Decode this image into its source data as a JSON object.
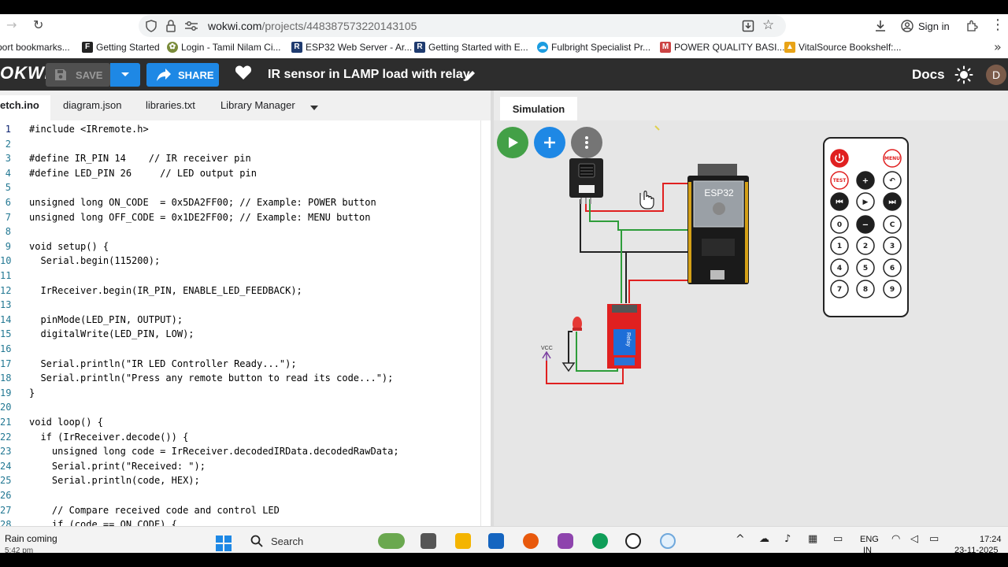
{
  "browser": {
    "url_host": "wokwi.com",
    "url_path": "/projects/448387573220143105",
    "sign_in": "Sign in"
  },
  "bookmarks": [
    {
      "label": "port bookmarks..."
    },
    {
      "label": "Getting Started"
    },
    {
      "label": "Login - Tamil Nilam Ci..."
    },
    {
      "label": "ESP32 Web Server - Ar..."
    },
    {
      "label": "Getting Started with E..."
    },
    {
      "label": "Fulbright Specialist Pr..."
    },
    {
      "label": "POWER QUALITY BASI..."
    },
    {
      "label": "VitalSource Bookshelf:..."
    }
  ],
  "header": {
    "logo": "OKWi",
    "save_label": "SAVE",
    "share_label": "SHARE",
    "project_title": "IR sensor in LAMP load with relay",
    "docs_label": "Docs",
    "avatar_letter": "D"
  },
  "editor": {
    "tabs": [
      {
        "label": "etch.ino"
      },
      {
        "label": "diagram.json"
      },
      {
        "label": "libraries.txt"
      },
      {
        "label": "Library Manager"
      }
    ],
    "lines": [
      {
        "n": "1",
        "text": "#include <IRremote.h>"
      },
      {
        "n": "2",
        "text": ""
      },
      {
        "n": "3",
        "text": "#define IR_PIN 14    // IR receiver pin"
      },
      {
        "n": "4",
        "text": "#define LED_PIN 26     // LED output pin"
      },
      {
        "n": "5",
        "text": ""
      },
      {
        "n": "6",
        "text": "unsigned long ON_CODE  = 0x5DA2FF00; // Example: POWER button"
      },
      {
        "n": "7",
        "text": "unsigned long OFF_CODE = 0x1DE2FF00; // Example: MENU button"
      },
      {
        "n": "8",
        "text": ""
      },
      {
        "n": "9",
        "text": "void setup() {"
      },
      {
        "n": "10",
        "text": "  Serial.begin(115200);"
      },
      {
        "n": "11",
        "text": ""
      },
      {
        "n": "12",
        "text": "  IrReceiver.begin(IR_PIN, ENABLE_LED_FEEDBACK);"
      },
      {
        "n": "13",
        "text": ""
      },
      {
        "n": "14",
        "text": "  pinMode(LED_PIN, OUTPUT);"
      },
      {
        "n": "15",
        "text": "  digitalWrite(LED_PIN, LOW);"
      },
      {
        "n": "16",
        "text": ""
      },
      {
        "n": "17",
        "text": "  Serial.println(\"IR LED Controller Ready...\");"
      },
      {
        "n": "18",
        "text": "  Serial.println(\"Press any remote button to read its code...\");"
      },
      {
        "n": "19",
        "text": "}"
      },
      {
        "n": "20",
        "text": ""
      },
      {
        "n": "21",
        "text": "void loop() {"
      },
      {
        "n": "22",
        "text": "  if (IrReceiver.decode()) {"
      },
      {
        "n": "23",
        "text": "    unsigned long code = IrReceiver.decodedIRData.decodedRawData;"
      },
      {
        "n": "24",
        "text": "    Serial.print(\"Received: \");"
      },
      {
        "n": "25",
        "text": "    Serial.println(code, HEX);"
      },
      {
        "n": "26",
        "text": ""
      },
      {
        "n": "27",
        "text": "    // Compare received code and control LED"
      },
      {
        "n": "28",
        "text": "    if (code == ON_CODE) {"
      }
    ]
  },
  "simulation": {
    "tab_label": "Simulation",
    "esp32_label": "ESP32",
    "relay_label": "Relay",
    "vcc_label": "VCC",
    "remote_buttons": [
      {
        "label": "",
        "kind": "power"
      },
      {
        "label": "",
        "kind": "blank"
      },
      {
        "label": "MENU",
        "kind": "text"
      },
      {
        "label": "TEST",
        "kind": "text"
      },
      {
        "label": "+",
        "kind": "dark"
      },
      {
        "label": "↶",
        "kind": "plain"
      },
      {
        "label": "⏮",
        "kind": "dark"
      },
      {
        "label": "▶",
        "kind": "plain"
      },
      {
        "label": "⏭",
        "kind": "dark"
      },
      {
        "label": "0",
        "kind": "plain"
      },
      {
        "label": "−",
        "kind": "dark"
      },
      {
        "label": "C",
        "kind": "plain"
      },
      {
        "label": "1",
        "kind": "plain"
      },
      {
        "label": "2",
        "kind": "plain"
      },
      {
        "label": "3",
        "kind": "plain"
      },
      {
        "label": "4",
        "kind": "plain"
      },
      {
        "label": "5",
        "kind": "plain"
      },
      {
        "label": "6",
        "kind": "plain"
      },
      {
        "label": "7",
        "kind": "plain"
      },
      {
        "label": "8",
        "kind": "plain"
      },
      {
        "label": "9",
        "kind": "plain"
      }
    ]
  },
  "taskbar": {
    "weather_title": "Rain coming",
    "weather_sub": "5:42 pm",
    "search_label": "Search",
    "lang_1": "ENG",
    "lang_2": "IN",
    "time": "17:24",
    "date": "23-11-2025"
  },
  "colors": {
    "accent_blue": "#1e88e5",
    "run_green": "#43a047",
    "header_bg": "#2d2d2d",
    "wire_red": "#e02020",
    "wire_green": "#2e9d3a"
  }
}
